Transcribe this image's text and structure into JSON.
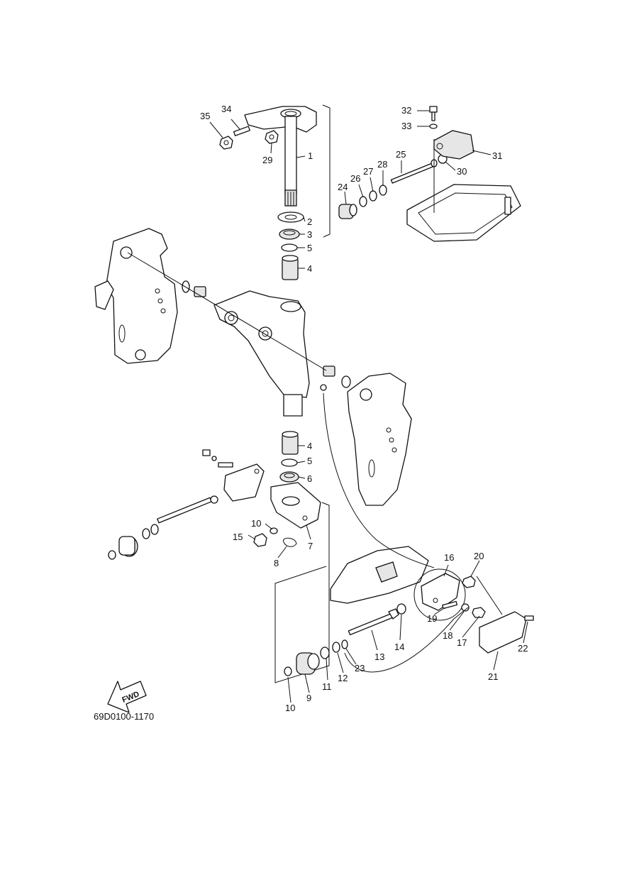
{
  "diagram": {
    "part_code": "69D0100-1170",
    "fwd_label": "FWD",
    "callouts": [
      "1",
      "2",
      "3",
      "4",
      "5",
      "6",
      "7",
      "8",
      "9",
      "10",
      "11",
      "12",
      "13",
      "14",
      "15",
      "16",
      "17",
      "18",
      "19",
      "20",
      "21",
      "22",
      "23",
      "24",
      "25",
      "26",
      "27",
      "28",
      "29",
      "30",
      "31",
      "32",
      "33",
      "34",
      "35"
    ]
  }
}
